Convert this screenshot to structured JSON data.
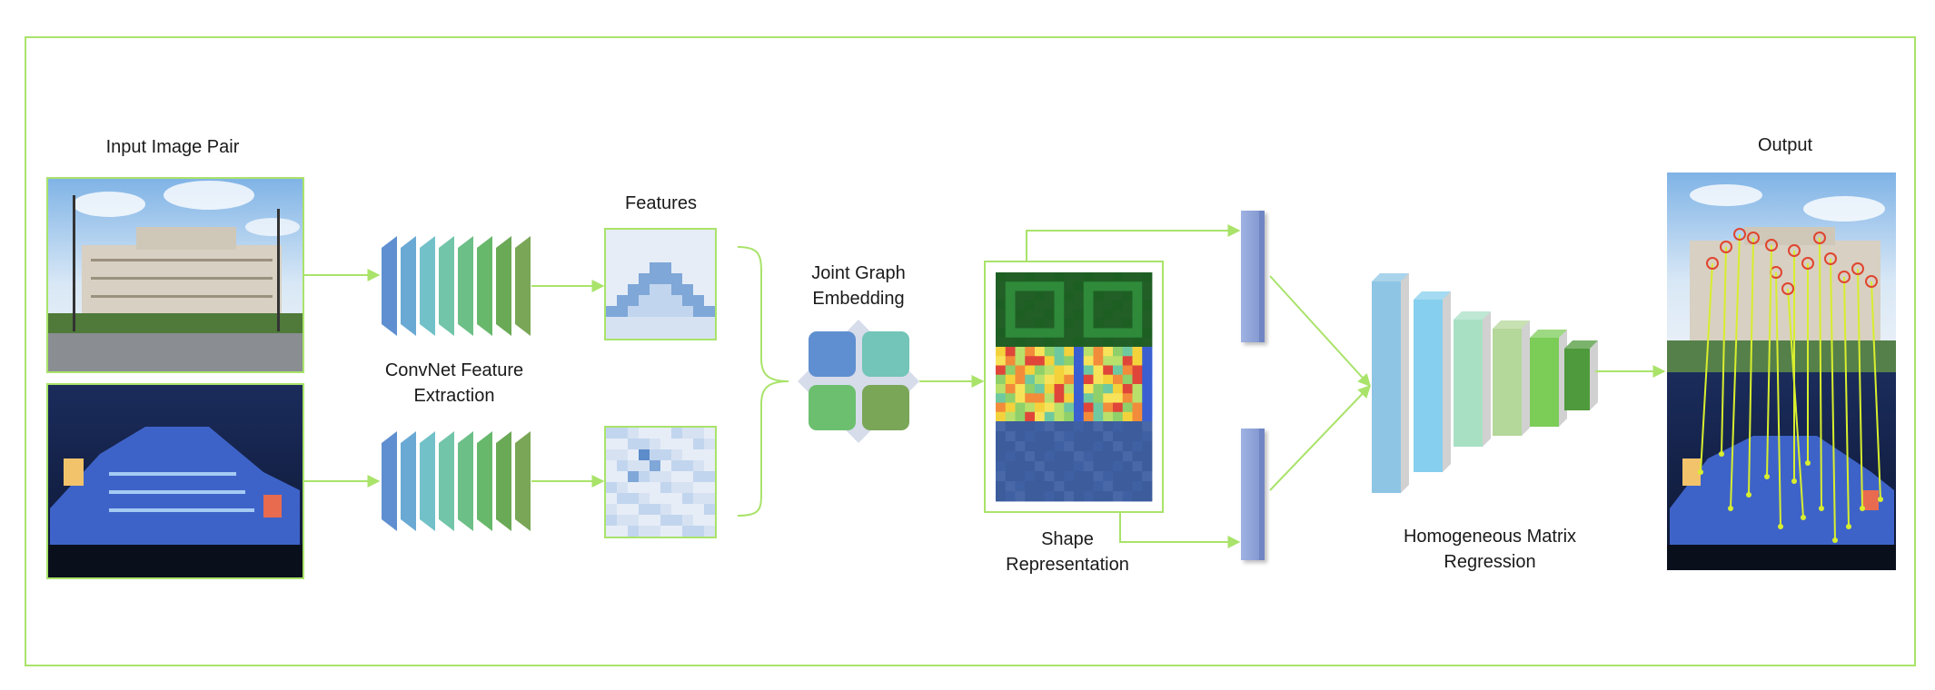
{
  "labels": {
    "input_pair": "Input Image Pair",
    "convnet": "ConvNet Feature Extraction",
    "features": "Features",
    "joint_graph": "Joint Graph Embedding",
    "shape_repr": "Shape Representation",
    "homog": "Homogeneous Matrix Regression",
    "output": "Output"
  },
  "colors": {
    "arrow": "#a9e36a",
    "frame": "#a9e36a",
    "convnet": [
      "#5f8fd0",
      "#6aa9d4",
      "#72c1c8",
      "#72c5a8",
      "#6cbf86",
      "#68b86b",
      "#6aa956",
      "#7aa657"
    ],
    "graph_nodes": [
      "#5f8fd0",
      "#72c5b8",
      "#6cbf6f",
      "#7aa657"
    ],
    "vectors": "#8fa4d8",
    "regression": [
      "#8ec5e4",
      "#86cfee",
      "#a8e0c4",
      "#b4d79a",
      "#7ccc58",
      "#4f9a3c"
    ]
  }
}
